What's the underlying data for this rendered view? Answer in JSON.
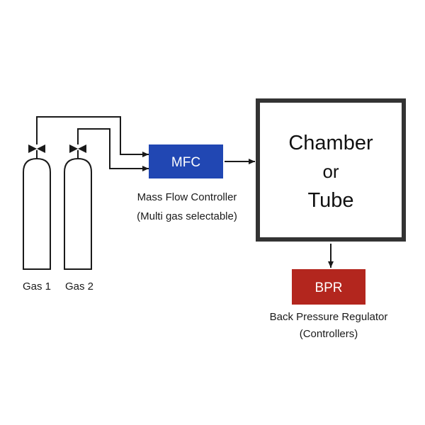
{
  "colors": {
    "line": "#1a1a1a",
    "mfc_fill": "#2147b3",
    "bpr_fill": "#b3261e",
    "box_text": "#ffffff",
    "background": "#ffffff"
  },
  "gases": [
    {
      "label": "Gas 1",
      "icon": "gas-cylinder-icon"
    },
    {
      "label": "Gas 2",
      "icon": "gas-cylinder-icon"
    }
  ],
  "valves": [
    {
      "icon": "valve-icon"
    },
    {
      "icon": "valve-icon"
    }
  ],
  "mfc": {
    "label": "MFC",
    "caption_line1": "Mass Flow Controller",
    "caption_line2": "(Multi gas selectable)"
  },
  "chamber": {
    "line1": "Chamber",
    "line2": "or",
    "line3": "Tube"
  },
  "bpr": {
    "label": "BPR",
    "caption_line1": "Back Pressure Regulator",
    "caption_line2": "(Controllers)"
  }
}
